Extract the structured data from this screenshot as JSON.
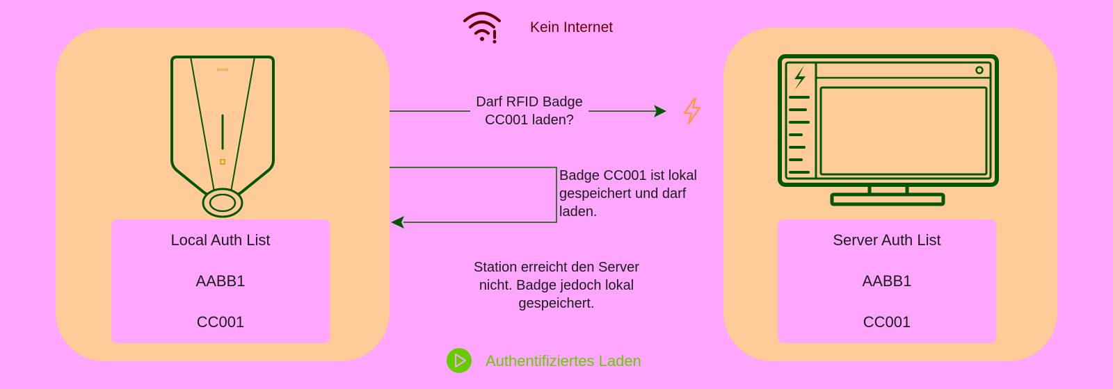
{
  "status": {
    "icon": "wifi-alert-icon",
    "text": "Kein Internet",
    "color": "#660000"
  },
  "colors": {
    "background": "#ffa6ff",
    "panel": "#ffcc99",
    "stroke": "#005700",
    "bolt": "#ff9933",
    "legend": "#66cc00"
  },
  "station": {
    "icon": "wallbox-charger-icon",
    "brand": "nuvue",
    "list": {
      "title": "Local Auth List",
      "entries": [
        "AABB1",
        "CC001"
      ]
    }
  },
  "server": {
    "icon": "monitor-icon",
    "list": {
      "title": "Server Auth List",
      "entries": [
        "AABB1",
        "CC001"
      ]
    }
  },
  "messages": {
    "request": "Darf RFID Badge CC001 laden?",
    "response": "Badge CC001 ist lokal gespeichert und darf laden.",
    "note": "Station erreicht den Server nicht. Badge jedoch lokal gespeichert."
  },
  "legend": {
    "icon": "play-circle-icon",
    "label": "Authentifiziertes Laden"
  }
}
